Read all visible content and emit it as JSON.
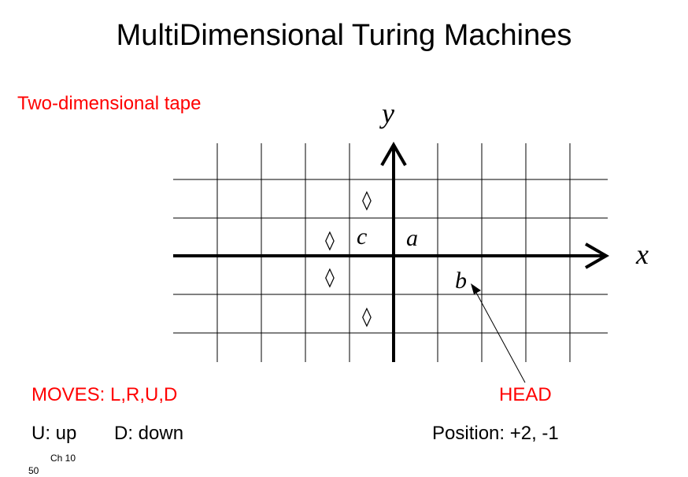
{
  "slide": {
    "title": "MultiDimensional Turing Machines",
    "subtitle": "Two-dimensional tape",
    "moves_label": "MOVES: L,R,U,D",
    "up_text": "U: up",
    "down_text": "D: down",
    "head_label": "HEAD",
    "position_text": "Position: +2, -1",
    "chapter": "Ch 10",
    "page_number": "50"
  },
  "diagram": {
    "x_axis_label": "x",
    "y_axis_label": "y",
    "cells": {
      "a": "a",
      "b": "b",
      "c": "c",
      "blank_symbol": "◊"
    }
  },
  "colors": {
    "accent": "#ff0000",
    "text": "#000000",
    "grid": "#000000"
  }
}
